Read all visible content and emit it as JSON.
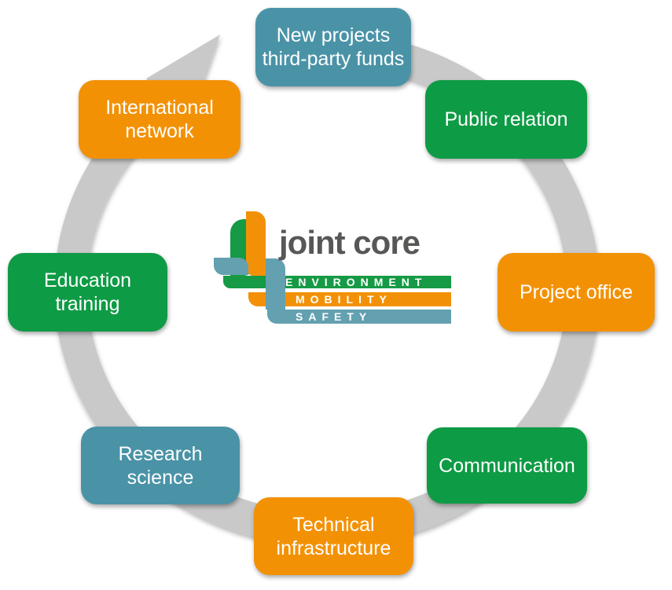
{
  "diagram": {
    "arrow": {
      "name": "clockwise-cycle-arrow",
      "color": "#c9c9c9"
    },
    "boxes": [
      {
        "id": "new-projects",
        "lines": [
          "New projects",
          "third-party funds"
        ],
        "color": "#4a93a7"
      },
      {
        "id": "public-relation",
        "lines": [
          "Public relation"
        ],
        "color": "#0e9b45"
      },
      {
        "id": "project-office",
        "lines": [
          "Project office"
        ],
        "color": "#f39105"
      },
      {
        "id": "communication",
        "lines": [
          "Communication"
        ],
        "color": "#0e9b45"
      },
      {
        "id": "technical-infrastructure",
        "lines": [
          "Technical",
          "infrastructure"
        ],
        "color": "#f39105"
      },
      {
        "id": "research-science",
        "lines": [
          "Research",
          "science"
        ],
        "color": "#4a93a7"
      },
      {
        "id": "education-training",
        "lines": [
          "Education",
          "training"
        ],
        "color": "#0e9b45"
      },
      {
        "id": "international-network",
        "lines": [
          "International",
          "network"
        ],
        "color": "#f39105"
      }
    ]
  },
  "logo": {
    "title": "joint core",
    "title_color": "#575756",
    "icon_colors": {
      "green": "#169a45",
      "orange": "#f29108",
      "teal": "#63a0b0"
    },
    "bars": [
      {
        "label": "ENVIRONMENT",
        "color": "#169a45"
      },
      {
        "label": "MOBILITY",
        "color": "#f29108"
      },
      {
        "label": "SAFETY",
        "color": "#63a0b0"
      }
    ]
  }
}
